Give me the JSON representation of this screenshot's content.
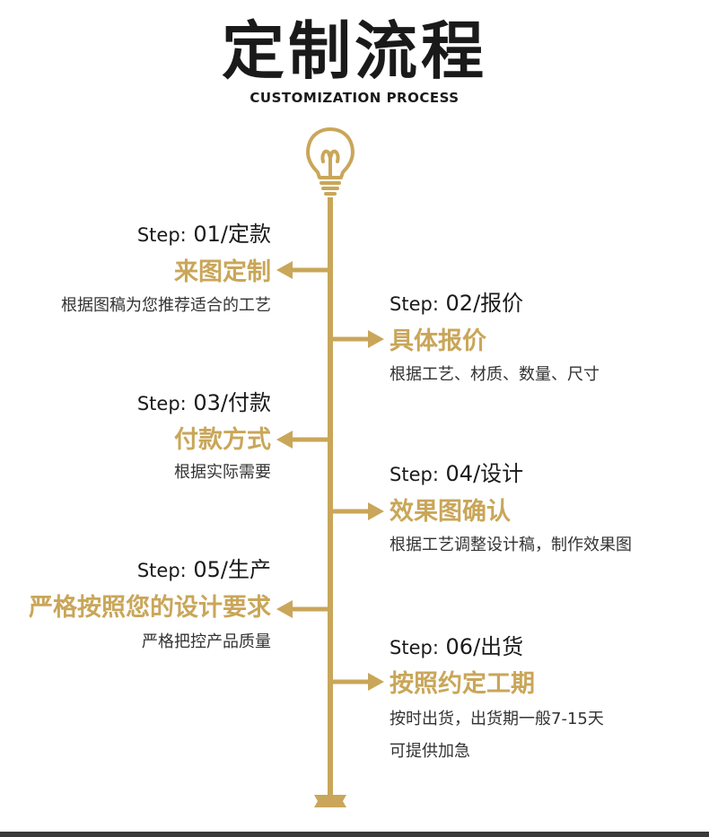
{
  "title": "定制流程",
  "subtitle": "CUSTOMIZATION PROCESS",
  "accent_color": "#c9a659",
  "icons": {
    "top": "light-bulb-icon"
  },
  "steps": [
    {
      "prefix": "Step:",
      "code": "01/定款",
      "heading": "来图定制",
      "desc": [
        "根据图稿为您推荐适合的工艺"
      ],
      "side": "left"
    },
    {
      "prefix": "Step:",
      "code": "02/报价",
      "heading": "具体报价",
      "desc": [
        "根据工艺、材质、数量、尺寸"
      ],
      "side": "right"
    },
    {
      "prefix": "Step:",
      "code": "03/付款",
      "heading": "付款方式",
      "desc": [
        "根据实际需要"
      ],
      "side": "left"
    },
    {
      "prefix": "Step:",
      "code": "04/设计",
      "heading": "效果图确认",
      "desc": [
        "根据工艺调整设计稿，制作效果图"
      ],
      "side": "right"
    },
    {
      "prefix": "Step:",
      "code": "05/生产",
      "heading": "严格按照您的设计要求",
      "desc": [
        "严格把控产品质量"
      ],
      "side": "left"
    },
    {
      "prefix": "Step:",
      "code": "06/出货",
      "heading": "按照约定工期",
      "desc": [
        "按时出货，出货期一般7-15天",
        "可提供加急"
      ],
      "side": "right"
    }
  ]
}
